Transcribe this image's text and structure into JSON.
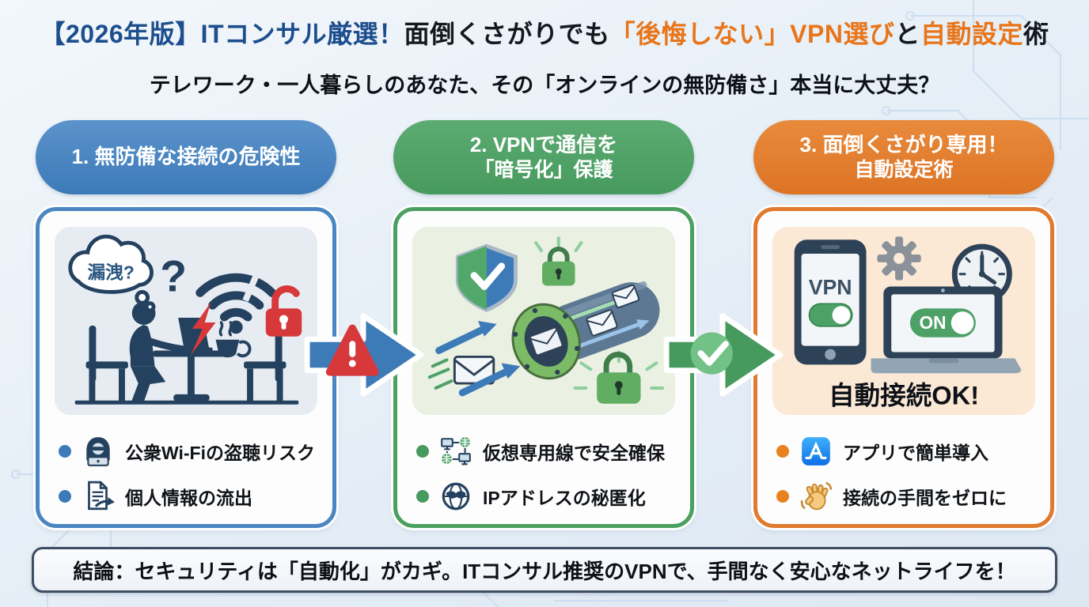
{
  "palette": {
    "title_blue": "#1c4e8e",
    "accent_orange": "#e8751a",
    "text_dark": "#15191f",
    "column1_blue": "#4a86c2",
    "column2_green": "#4aa05e",
    "column3_orange": "#df7a2e",
    "danger_red": "#d7393b",
    "toggle_green": "#4da167"
  },
  "title": {
    "segments": [
      {
        "text": "【2026年版】ITコンサル厳選！",
        "color": "#1c4e8e"
      },
      {
        "text": "面倒くさがりでも",
        "color": "#15191f"
      },
      {
        "text": "「後悔しない」VPN選び",
        "color": "#e8751a"
      },
      {
        "text": "と",
        "color": "#15191f"
      },
      {
        "text": "自動設定",
        "color": "#e8751a"
      },
      {
        "text": "術",
        "color": "#15191f"
      }
    ],
    "subtitle": "テレワーク・一人暮らしのあなた、その「オンラインの無防備さ」本当に大丈夫？"
  },
  "columns": [
    {
      "id": "danger",
      "accent": "#4a86c2",
      "header_line1": "1. 無防備な接続の危険性",
      "header_line2": "",
      "illustration": {
        "bubble_label": "漏洩?",
        "question_mark": "?"
      },
      "bullets": [
        {
          "icon": "hacker-icon",
          "text": "公衆Wi-Fiの盗聴リスク"
        },
        {
          "icon": "document-leak-icon",
          "text": "個人情報の流出"
        }
      ]
    },
    {
      "id": "vpn-encryption",
      "accent": "#4aa05e",
      "header_line1": "2. VPNで通信を",
      "header_line2": "「暗号化」保護",
      "illustration": {},
      "bullets": [
        {
          "icon": "network-icon",
          "text": "仮想専用線で安全確保"
        },
        {
          "icon": "globe-mask-icon",
          "text": "IPアドレスの秘匿化"
        }
      ]
    },
    {
      "id": "auto-setup",
      "accent": "#df7a2e",
      "header_line1": "3. 面倒くさがり専用！",
      "header_line2": "自動設定術",
      "illustration": {
        "phone_label": "VPN",
        "toggle_label": "ON",
        "caption": "自動接続OK!"
      },
      "bullets": [
        {
          "icon": "app-store-icon",
          "text": "アプリで簡単導入"
        },
        {
          "icon": "waving-hand-icon",
          "text": "接続の手間をゼロに"
        }
      ]
    }
  ],
  "arrows": [
    {
      "id": "danger-to-vpn",
      "badge": "warning"
    },
    {
      "id": "vpn-to-auto",
      "badge": "check"
    }
  ],
  "conclusion": "結論：セキュリティは「自動化」がカギ。ITコンサル推奨のVPNで、手間なく安心なネットライフを！"
}
